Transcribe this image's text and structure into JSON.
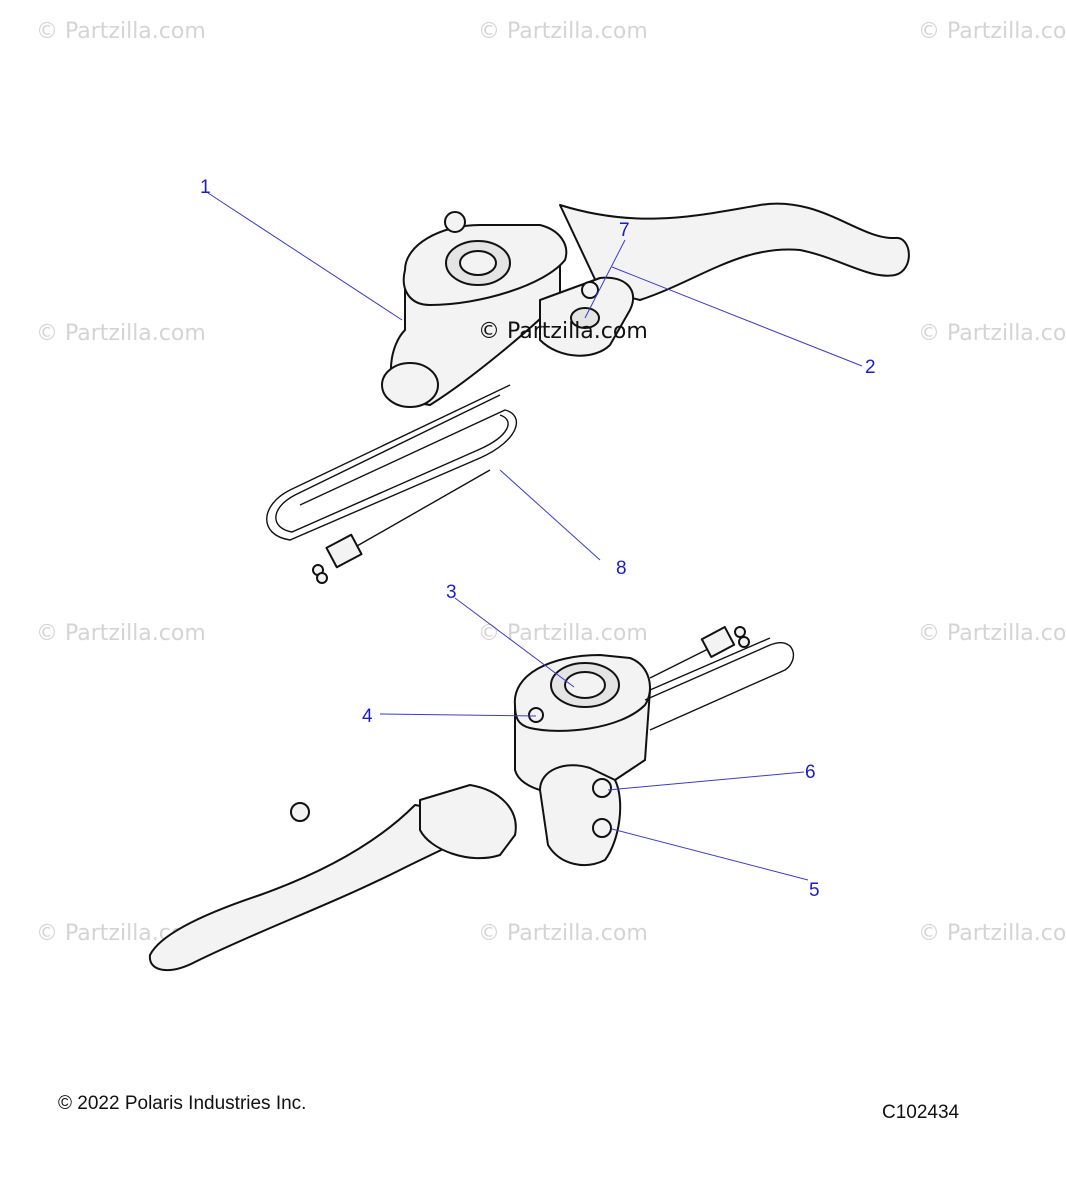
{
  "watermark_text": "© Partzilla.com",
  "center_watermark_text": "© Partzilla.com",
  "callouts": [
    "1",
    "2",
    "3",
    "4",
    "5",
    "6",
    "7",
    "8"
  ],
  "copyright": "© 2022 Polaris Industries Inc.",
  "figure_id": "C102434",
  "colors": {
    "callout": "#1a1ad6",
    "leader": "#3a3ad6",
    "watermark": "#d4d4d4"
  }
}
